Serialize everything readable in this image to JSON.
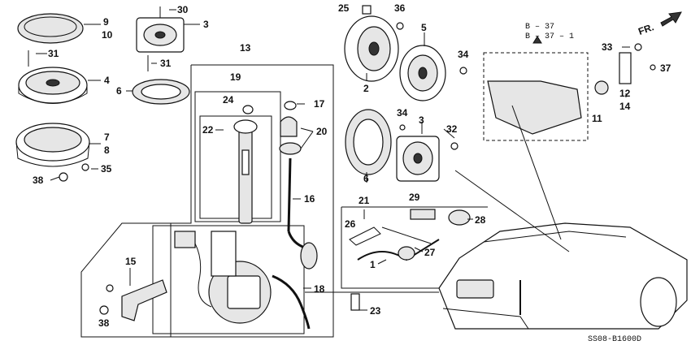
{
  "diagram": {
    "callouts": {
      "c9": "9",
      "c10": "10",
      "c30": "30",
      "c3a": "3",
      "c31a": "31",
      "c31b": "31",
      "c4": "4",
      "c6a": "6",
      "c7": "7",
      "c8": "8",
      "c38a": "38",
      "c35": "35",
      "c13": "13",
      "c19": "19",
      "c24": "24",
      "c17": "17",
      "c22": "22",
      "c20": "20",
      "c16": "16",
      "c15": "15",
      "c38b": "38",
      "c18": "18",
      "c25": "25",
      "c36": "36",
      "c2": "2",
      "c5": "5",
      "c34a": "34",
      "c34b": "34",
      "c6b": "6",
      "c3b": "3",
      "c32": "32",
      "c21": "21",
      "c29": "29",
      "c26": "26",
      "c28": "28",
      "c27": "27",
      "c1": "1",
      "c23": "23",
      "c33": "33",
      "c37": "37",
      "c12": "12",
      "c14": "14",
      "c11": "11"
    },
    "ref_b37": "B – 37",
    "ref_b371": "B – 37 – 1",
    "front_label": "FR.",
    "diagram_code": "SS08-B1600D"
  }
}
